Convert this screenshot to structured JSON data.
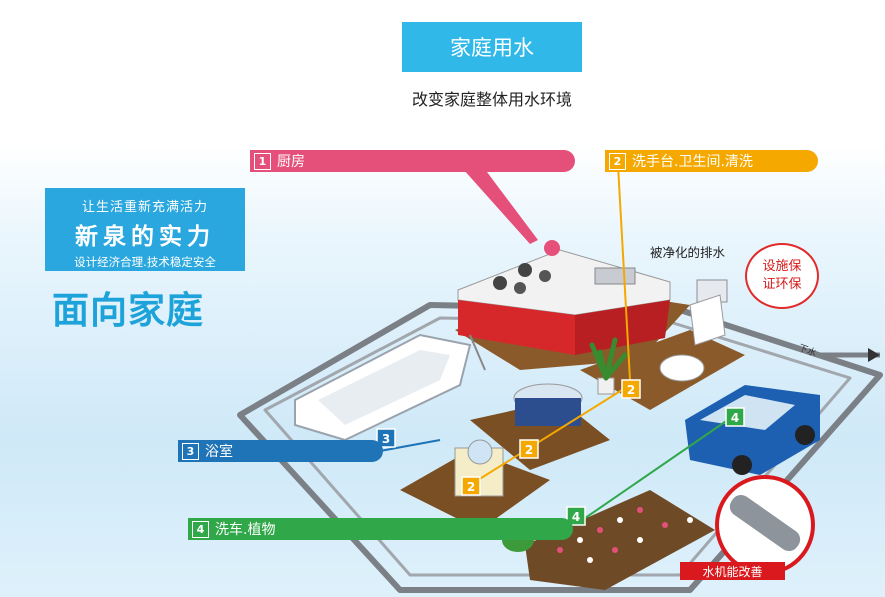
{
  "header": {
    "title": "家庭用水",
    "subtitle": "改变家庭整体用水环境"
  },
  "promo": {
    "line1": "让生活重新充满活力",
    "line2": "新泉的实力",
    "line3": "设计经济合理.技术稳定安全"
  },
  "slogan": "面向家庭",
  "callouts": [
    {
      "num": "1",
      "text": "厨房",
      "color": "#e5507a"
    },
    {
      "num": "2",
      "text": "洗手台.卫生间.清洗",
      "color": "#f5a800"
    },
    {
      "num": "3",
      "text": "浴室",
      "color": "#1f73b7"
    },
    {
      "num": "4",
      "text": "洗车.植物",
      "color": "#30a84a"
    }
  ],
  "drain_label": "被净化的排水",
  "eco_bubble": {
    "line1": "设施保",
    "line2": "证环保"
  },
  "downwater": "下水",
  "fix_tag": "水机能改善",
  "colors": {
    "title_bg": "#2fb8e8",
    "slogan": "#1da3d9",
    "pipe": "#7b7f86",
    "kitchen_red": "#d6282b",
    "floor_wood": "#8a5a2b",
    "alert_red": "#d9191d"
  }
}
